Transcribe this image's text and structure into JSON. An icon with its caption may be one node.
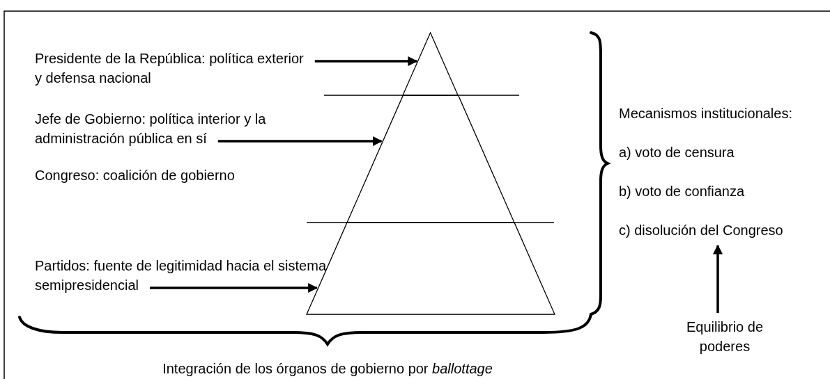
{
  "diagram": {
    "caption": "Integración de los órganos de gobierno por *ballottage*",
    "nodes": [
      {
        "text": [
          "Presidente de la República: política exterior y defensa nacional"
        ]
      },
      {
        "text": [
          "Jefe de Gobierno: política interior y la administración pública en sí"
        ]
      },
      {
        "text": [
          "Partidos: fuente de legitimidad hacia el sistema semipresidencial"
        ]
      },
      {
        "text": [],
        "shape": "triangle"
      },
      {
        "text": [],
        "shape": "trapezoid"
      },
      {
        "text": [],
        "shape": "trapezoid"
      },
      {
        "text": [
          "Equilibrio de poderes"
        ]
      },
      {
        "text": [
          "Mecanismos institucionales:",
          "a) voto de censura",
          "b) voto de confianza",
          "c) disolución del Congreso"
        ]
      }
    ],
    "edges": [
      {
        "from": 0,
        "to": 3,
        "arrow": "to"
      },
      {
        "from": 1,
        "to": 4,
        "arrow": "to"
      },
      {
        "from": 2,
        "to": 5,
        "arrow": "to"
      },
      {
        "from": 6,
        "to": 7,
        "arrow": "to"
      }
    ],
    "labels": [
      "Congreso: coalición de gobierno"
    ]
  }
}
